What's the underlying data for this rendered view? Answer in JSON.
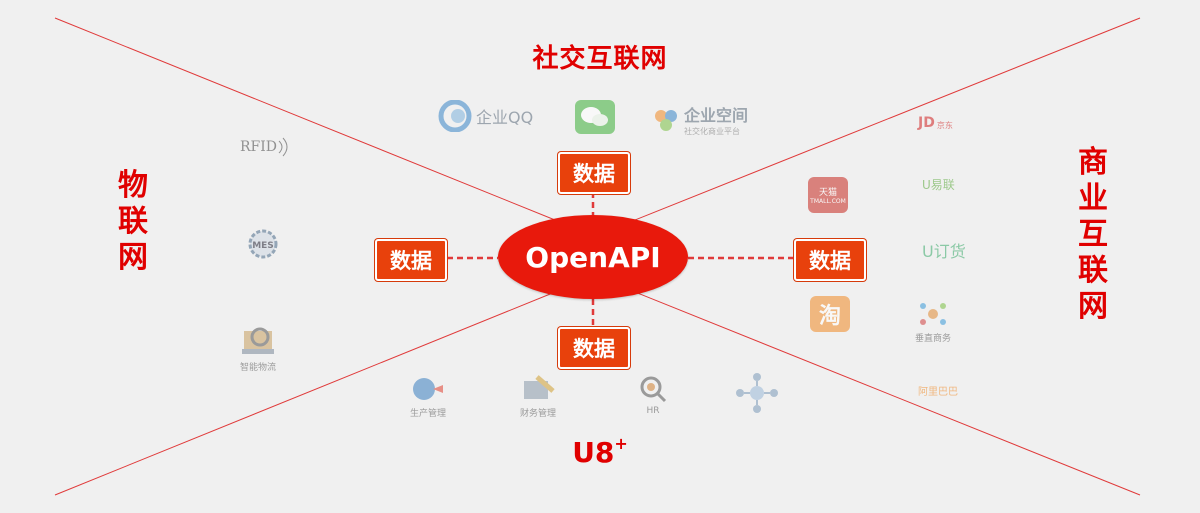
{
  "center_label": "OpenAPI",
  "data_label": "数据",
  "titles": {
    "top": "社交互联网",
    "left": "物联网",
    "right": "商业互联网",
    "bottom": "U8",
    "bottom_sup": "+"
  },
  "colors": {
    "red": "#e00000",
    "box": "#e8410c",
    "line": "#e03a3a",
    "background": "#f0f0f0"
  },
  "social_logos": [
    {
      "name": "qq-enterprise-logo",
      "text": "企业QQ"
    },
    {
      "name": "wechat-logo",
      "text": ""
    },
    {
      "name": "enterprise-space-logo",
      "text": "企业空间",
      "sub": "社交化商业平台"
    }
  ],
  "iot_logos": [
    {
      "name": "rfid-logo",
      "text": "RFID"
    },
    {
      "name": "mes-logo",
      "text": "MES"
    },
    {
      "name": "smart-logistics-logo",
      "text": "智能物流"
    }
  ],
  "u8_logos": [
    {
      "name": "production-management-logo",
      "text": "生产管理"
    },
    {
      "name": "finance-management-logo",
      "text": "财务管理"
    },
    {
      "name": "hr-logo",
      "text": "HR"
    },
    {
      "name": "org-network-logo",
      "text": ""
    }
  ],
  "commerce_logos": [
    {
      "name": "tmall-logo",
      "text": "天猫",
      "sub": "TMALL.COM"
    },
    {
      "name": "taobao-logo",
      "text": "淘"
    },
    {
      "name": "jd-logo",
      "text": "JD",
      "sub": "京东"
    },
    {
      "name": "u-yilian-logo",
      "text": "U易联"
    },
    {
      "name": "u-dinghuo-logo",
      "text": "U订货"
    },
    {
      "name": "vertical-commerce-logo",
      "text": "垂直商务"
    },
    {
      "name": "alibaba-logo",
      "text": "阿里巴巴"
    }
  ]
}
